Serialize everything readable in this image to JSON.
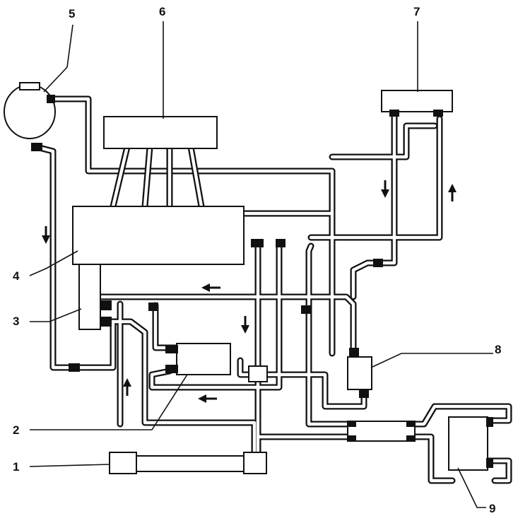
{
  "diagram": {
    "callouts": [
      {
        "id": 1,
        "label": "1"
      },
      {
        "id": 2,
        "label": "2"
      },
      {
        "id": 3,
        "label": "3"
      },
      {
        "id": 4,
        "label": "4"
      },
      {
        "id": 5,
        "label": "5"
      },
      {
        "id": 6,
        "label": "6"
      },
      {
        "id": 7,
        "label": "7"
      },
      {
        "id": 8,
        "label": "8"
      },
      {
        "id": 9,
        "label": "9"
      }
    ],
    "flow_arrows": [
      "down",
      "down",
      "up",
      "left",
      "down",
      "left",
      "up"
    ]
  }
}
